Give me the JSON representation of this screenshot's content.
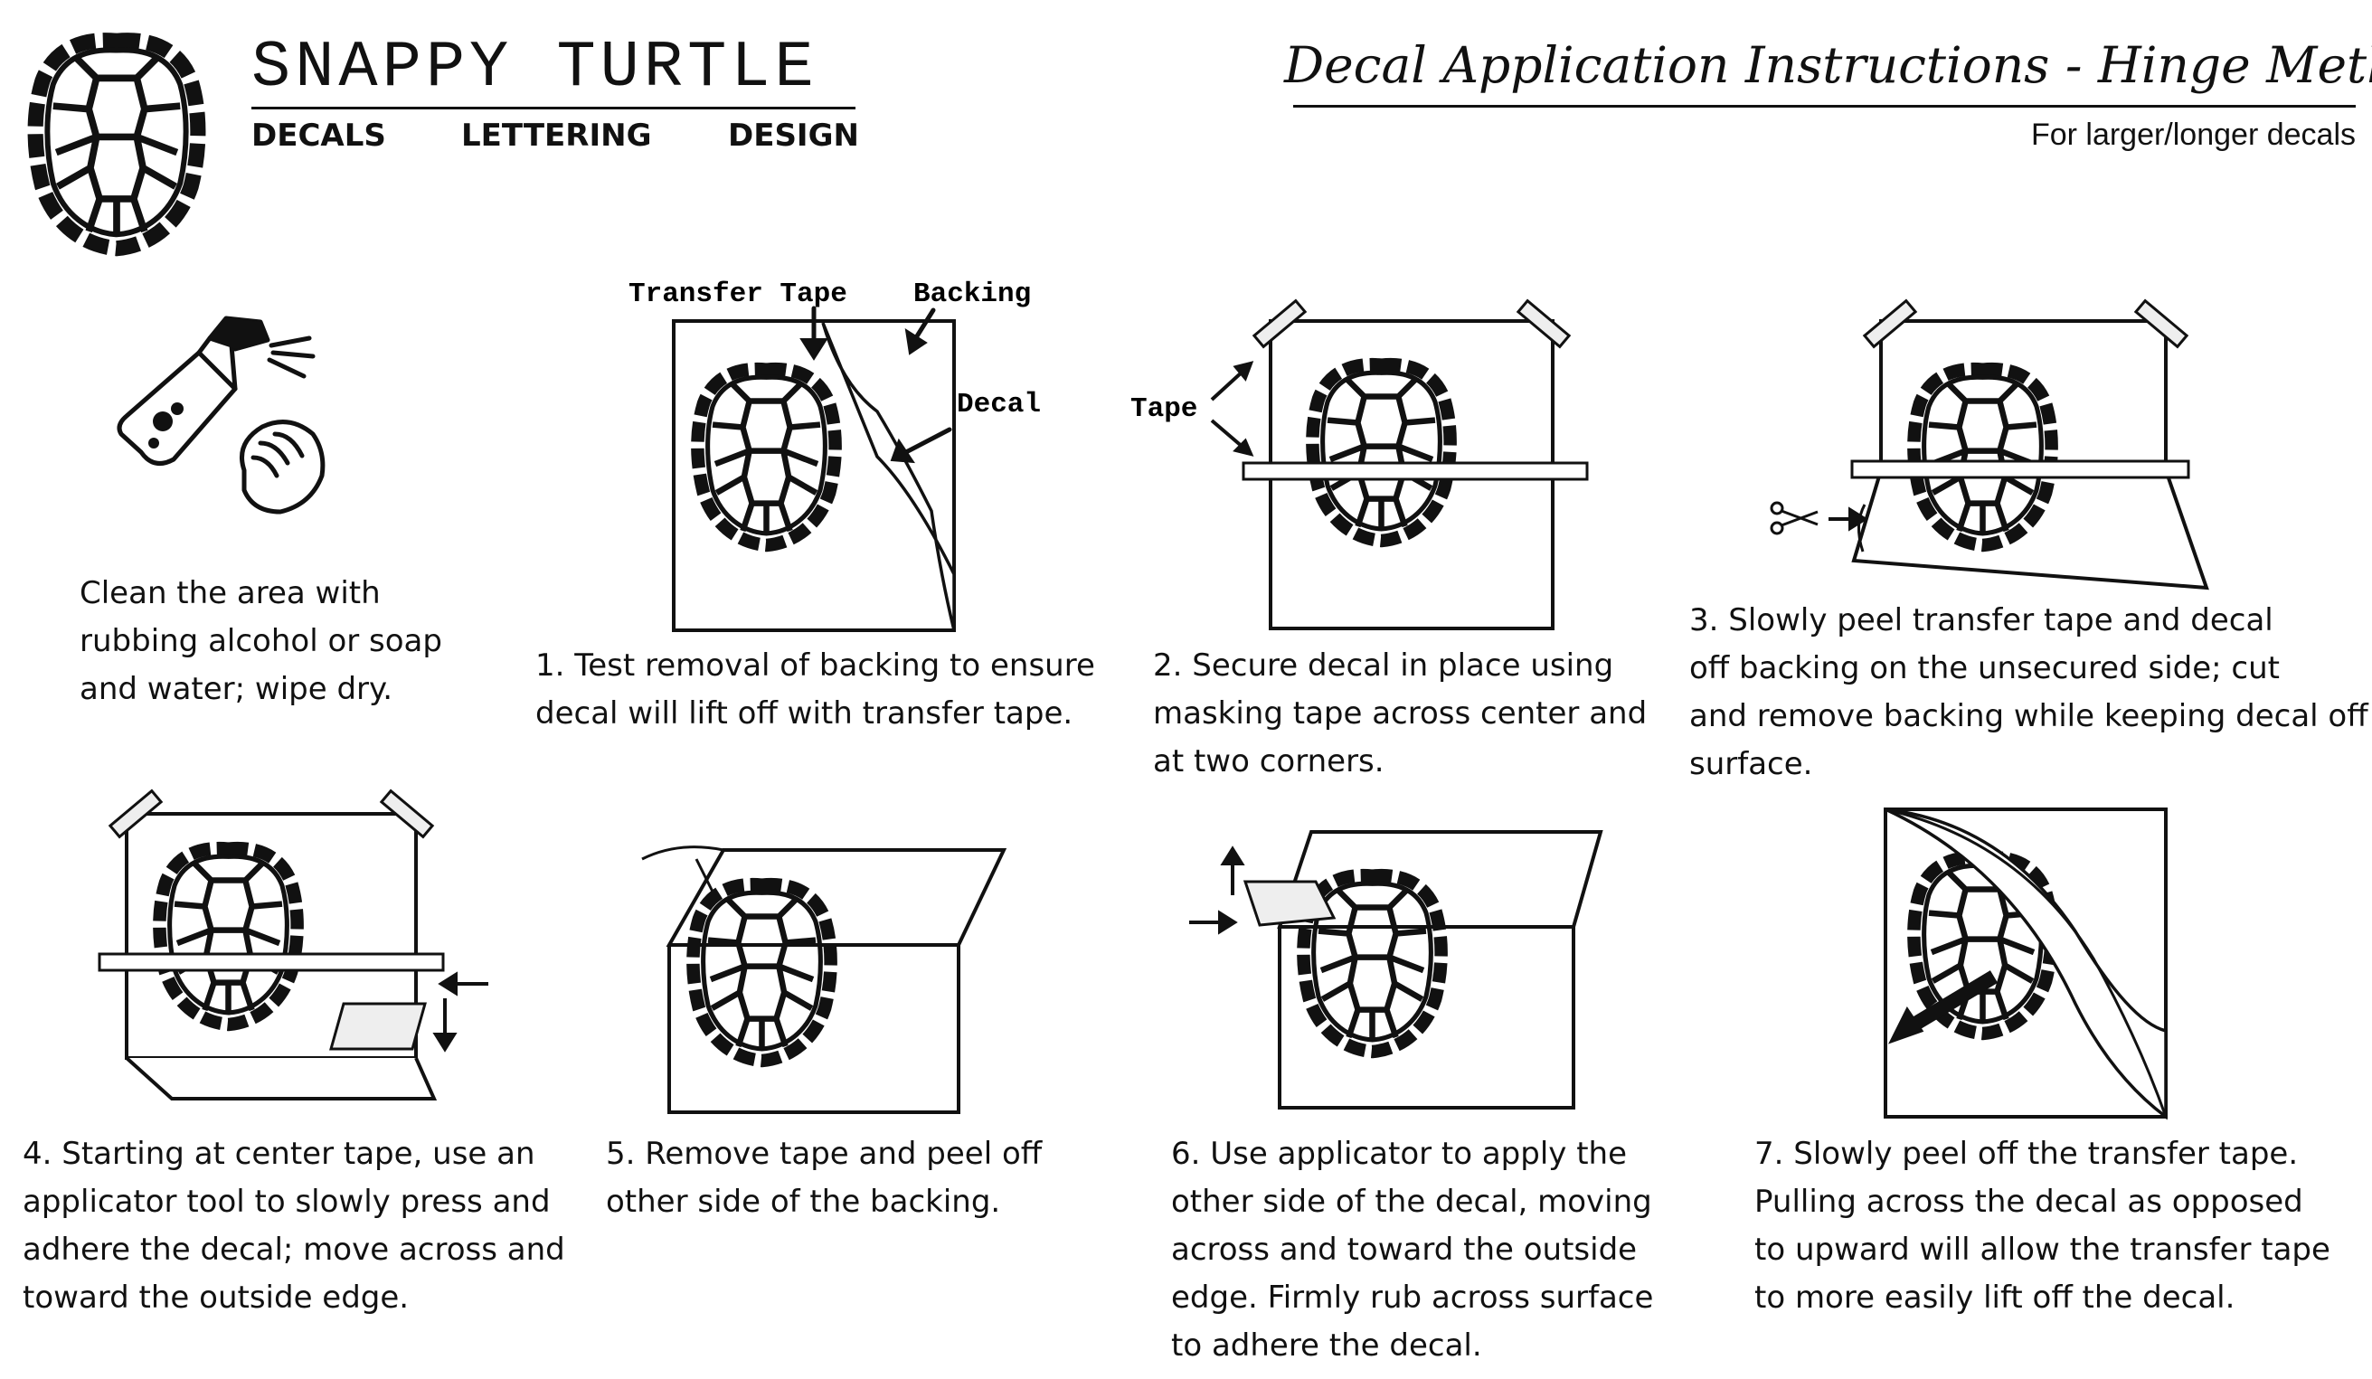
{
  "brand": {
    "name": "SNAPPY TURTLE",
    "tags": [
      "DECALS",
      "LETTERING",
      "DESIGN"
    ]
  },
  "document": {
    "title": "Decal Application Instructions - Hinge Method",
    "subtitle": "For larger/longer decals"
  },
  "icons": {
    "logo": "turtle-shell-logo-icon",
    "clean": "spray-bottle-and-cloth-icon",
    "scissors": "scissors-icon"
  },
  "diagram_labels": {
    "transfer_tape": "Transfer Tape",
    "backing": "Backing",
    "decal": "Decal",
    "tape": "Tape"
  },
  "steps": [
    {
      "lines": [
        "Clean the area with",
        "rubbing alcohol or soap",
        "and water; wipe dry."
      ]
    },
    {
      "lines": [
        "1.  Test removal of backing to ensure",
        "decal will lift off with transfer tape."
      ]
    },
    {
      "lines": [
        "2.  Secure decal in place using",
        "masking tape across center and",
        "at two corners."
      ]
    },
    {
      "lines": [
        "3.  Slowly peel transfer tape and decal",
        "off backing on the unsecured side; cut",
        "and remove backing while keeping decal off",
        "surface."
      ]
    },
    {
      "lines": [
        "4.  Starting at center tape, use an",
        "applicator tool to slowly press and",
        "adhere the decal; move across and",
        "toward the outside edge."
      ]
    },
    {
      "lines": [
        "5.  Remove tape and peel off",
        "other side of the backing."
      ]
    },
    {
      "lines": [
        "6.  Use applicator to apply the",
        "other side of the decal, moving",
        "across and toward the outside",
        "edge. Firmly rub across surface",
        "to adhere the decal."
      ]
    },
    {
      "lines": [
        "7. Slowly peel off the transfer tape.",
        "Pulling across the decal as opposed",
        "to upward will allow the transfer tape",
        "to more easily lift off the decal."
      ]
    }
  ]
}
